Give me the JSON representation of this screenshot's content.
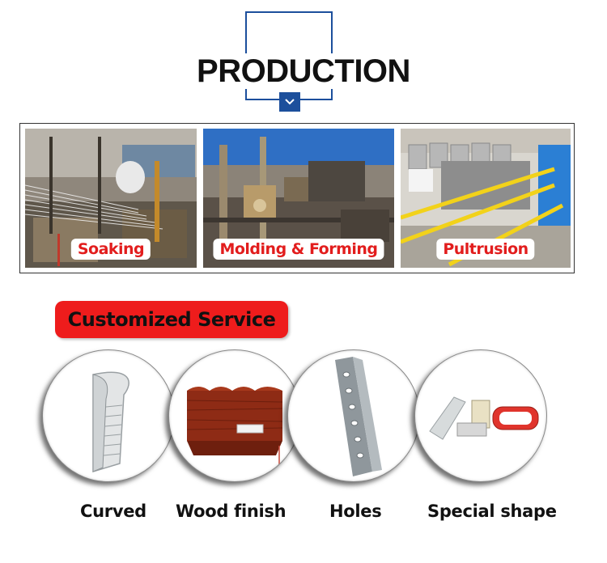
{
  "header": {
    "title": "PRODUCTION"
  },
  "production": {
    "steps": [
      {
        "label": "Soaking"
      },
      {
        "label": "Molding & Forming"
      },
      {
        "label": "Pultrusion"
      }
    ]
  },
  "service": {
    "title": "Customized Service",
    "items": [
      {
        "label": "Curved"
      },
      {
        "label": "Wood finish"
      },
      {
        "label": "Holes"
      },
      {
        "label": "Special shape"
      }
    ]
  },
  "colors": {
    "brand_blue": "#1c4f9c",
    "accent_red": "#ee1c1c",
    "label_red": "#e21d1d"
  }
}
